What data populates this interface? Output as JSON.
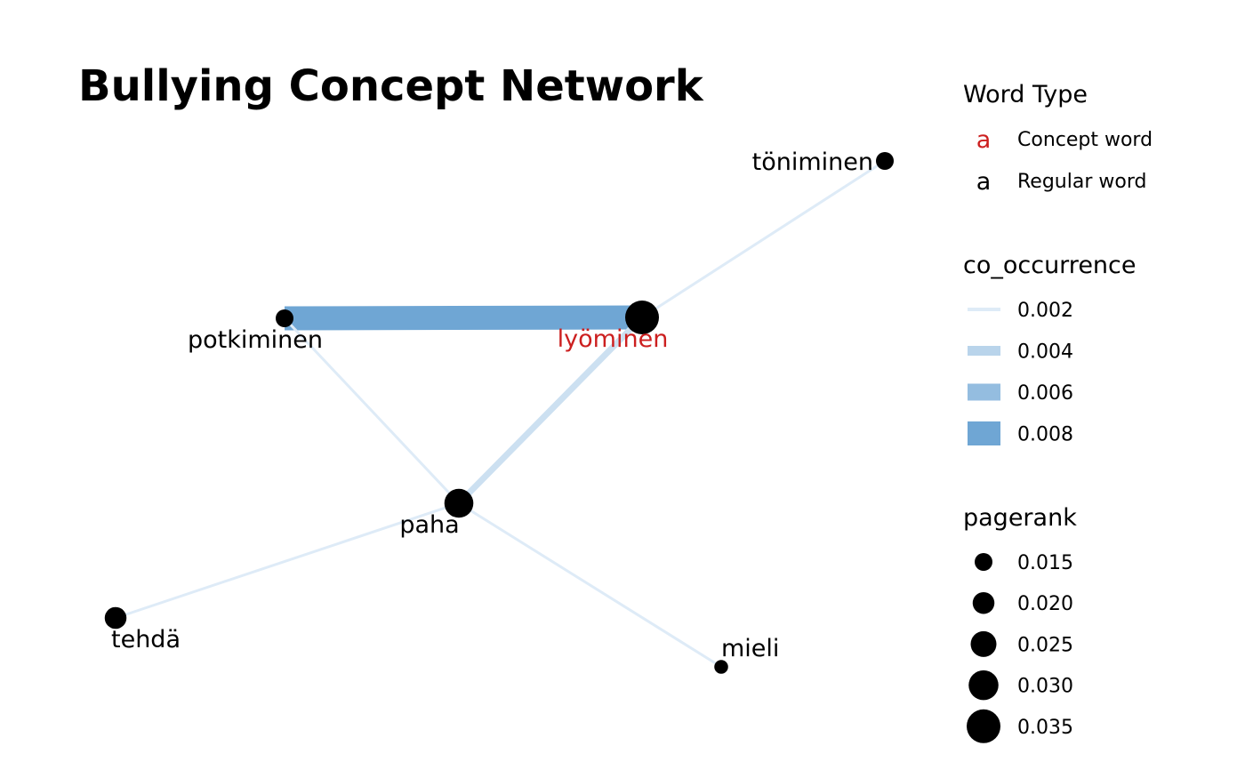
{
  "title": "Bullying Concept Network",
  "nodes": [
    {
      "id": "toniminen",
      "label": "töniminen",
      "type": "regular",
      "pagerank": 0.015
    },
    {
      "id": "potkiminen",
      "label": "potkiminen",
      "type": "regular",
      "pagerank": 0.015
    },
    {
      "id": "lyominen",
      "label": "lyöminen",
      "type": "concept",
      "pagerank": 0.035
    },
    {
      "id": "paha",
      "label": "paha",
      "type": "regular",
      "pagerank": 0.029
    },
    {
      "id": "tehda",
      "label": "tehdä",
      "type": "regular",
      "pagerank": 0.02
    },
    {
      "id": "mieli",
      "label": "mieli",
      "type": "regular",
      "pagerank": 0.01
    }
  ],
  "edges": [
    {
      "source": "potkiminen",
      "target": "lyominen",
      "co_occurrence": 0.008
    },
    {
      "source": "lyominen",
      "target": "toniminen",
      "co_occurrence": 0.002
    },
    {
      "source": "potkiminen",
      "target": "paha",
      "co_occurrence": 0.002
    },
    {
      "source": "lyominen",
      "target": "paha",
      "co_occurrence": 0.003
    },
    {
      "source": "paha",
      "target": "tehda",
      "co_occurrence": 0.002
    },
    {
      "source": "paha",
      "target": "mieli",
      "co_occurrence": 0.002
    }
  ],
  "legend": {
    "word_type": {
      "title": "Word Type",
      "key_glyph": "a",
      "items": [
        {
          "label": "Concept word",
          "color": "#cc1f1f"
        },
        {
          "label": "Regular word",
          "color": "#000000"
        }
      ]
    },
    "co_occurrence": {
      "title": "co_occurrence",
      "items": [
        {
          "label": "0.002",
          "value": 0.002
        },
        {
          "label": "0.004",
          "value": 0.004
        },
        {
          "label": "0.006",
          "value": 0.006
        },
        {
          "label": "0.008",
          "value": 0.008
        }
      ]
    },
    "pagerank": {
      "title": "pagerank",
      "items": [
        {
          "label": "0.015",
          "value": 0.015
        },
        {
          "label": "0.020",
          "value": 0.02
        },
        {
          "label": "0.025",
          "value": 0.025
        },
        {
          "label": "0.030",
          "value": 0.03
        },
        {
          "label": "0.035",
          "value": 0.035
        }
      ]
    }
  },
  "colors": {
    "concept": "#cc1f1f",
    "regular": "#000000",
    "edge_low": "#deebf7",
    "edge_high": "#6fa6d4",
    "node_fill": "#000000"
  }
}
